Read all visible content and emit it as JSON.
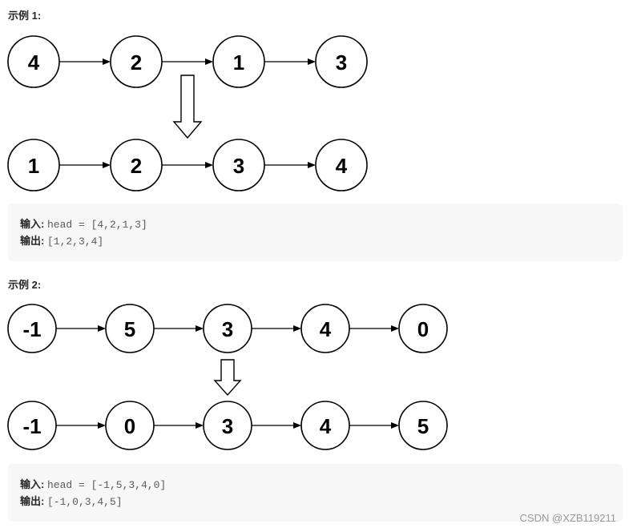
{
  "examples": [
    {
      "title": "示例 1:",
      "before": [
        "4",
        "2",
        "1",
        "3"
      ],
      "after": [
        "1",
        "2",
        "3",
        "4"
      ],
      "input_label": "输入:",
      "input_value": "head = [4,2,1,3]",
      "output_label": "输出:",
      "output_value": "[1,2,3,4]"
    },
    {
      "title": "示例 2:",
      "before": [
        "-1",
        "5",
        "3",
        "4",
        "0"
      ],
      "after": [
        "-1",
        "0",
        "3",
        "4",
        "5"
      ],
      "input_label": "输入:",
      "input_value": "head = [-1,5,3,4,0]",
      "output_label": "输出:",
      "output_value": "[-1,0,3,4,5]"
    }
  ],
  "watermark": "CSDN @XZB119211"
}
